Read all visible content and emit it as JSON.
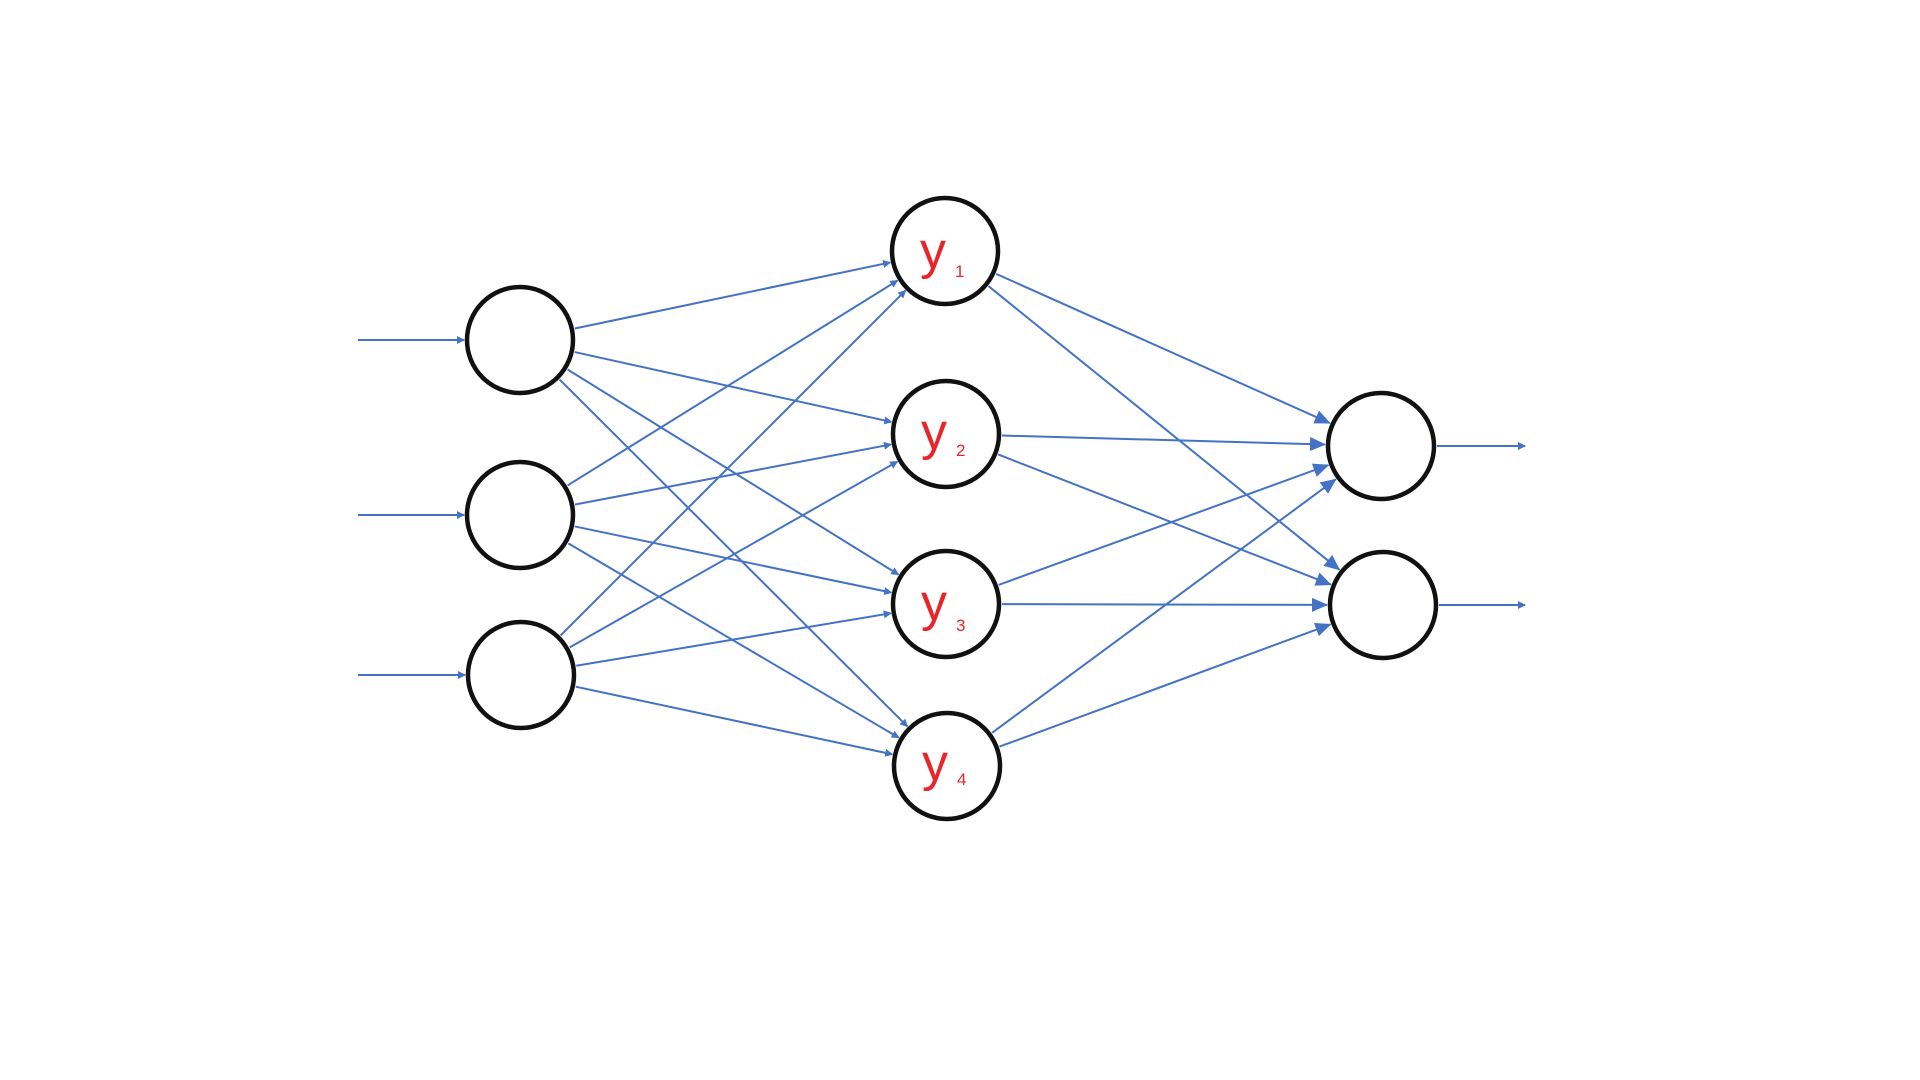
{
  "colors": {
    "edge": "#4472C4",
    "node_stroke": "#111111",
    "label": "#E8262A",
    "background": "#ffffff"
  },
  "network": {
    "input_nodes": 3,
    "hidden_nodes": [
      {
        "letter": "y",
        "index": "1"
      },
      {
        "letter": "y",
        "index": "2"
      },
      {
        "letter": "y",
        "index": "3"
      },
      {
        "letter": "y",
        "index": "4"
      }
    ],
    "output_nodes": 2,
    "connectivity": "fully-connected"
  }
}
